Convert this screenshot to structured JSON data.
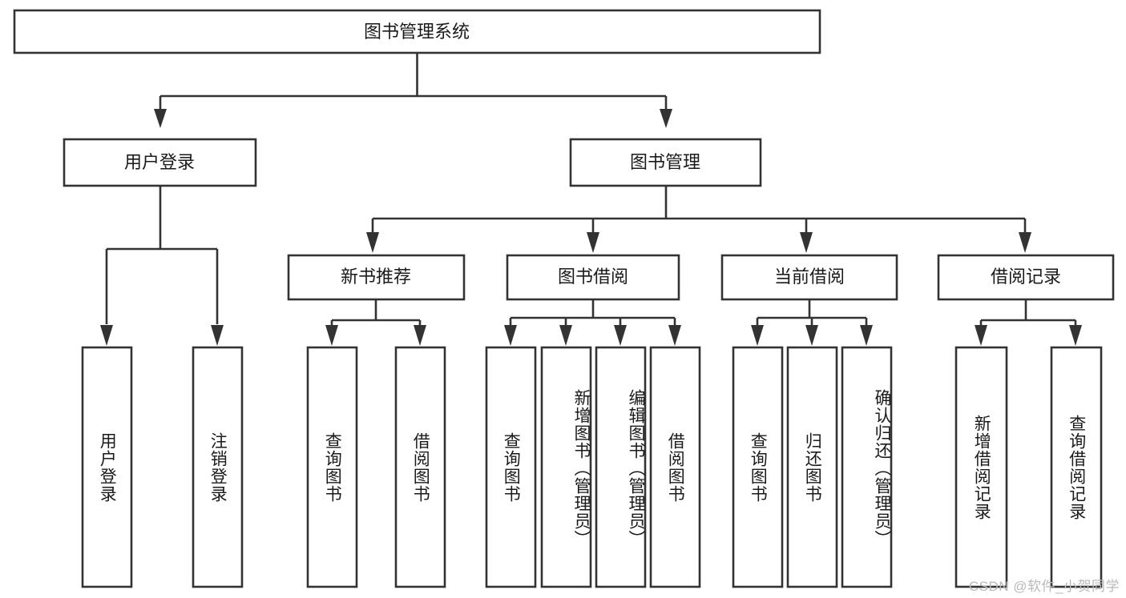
{
  "diagram": {
    "type": "tree",
    "title": "图书管理系统",
    "watermark": "CSDN @软件_小贺同学",
    "colors": {
      "stroke": "#333333",
      "fill": "#ffffff",
      "text": "#1a1a1a",
      "watermark": "#b9b9b9"
    },
    "nodes": {
      "root": {
        "label": "图书管理系统",
        "orientation": "horizontal"
      },
      "level1": [
        {
          "id": "user-login",
          "label": "用户登录",
          "orientation": "horizontal"
        },
        {
          "id": "book-manage",
          "label": "图书管理",
          "orientation": "horizontal"
        }
      ],
      "level2": [
        {
          "id": "new-book-recommend",
          "label": "新书推荐",
          "orientation": "horizontal"
        },
        {
          "id": "book-borrow",
          "label": "图书借阅",
          "orientation": "horizontal"
        },
        {
          "id": "current-borrow",
          "label": "当前借阅",
          "orientation": "horizontal"
        },
        {
          "id": "borrow-record",
          "label": "借阅记录",
          "orientation": "horizontal"
        }
      ],
      "leaves": {
        "user-login": [
          {
            "id": "leaf-user-login",
            "label": "用户登录",
            "orientation": "vertical"
          },
          {
            "id": "leaf-logout-login",
            "label": "注销登录",
            "orientation": "vertical"
          }
        ],
        "new-book-recommend": [
          {
            "id": "leaf-query-book-1",
            "label": "查询图书",
            "orientation": "vertical"
          },
          {
            "id": "leaf-borrow-book-1",
            "label": "借阅图书",
            "orientation": "vertical"
          }
        ],
        "book-borrow": [
          {
            "id": "leaf-query-book-2",
            "label": "查询图书",
            "orientation": "vertical"
          },
          {
            "id": "leaf-add-book",
            "label": "新增图书（管理员）",
            "orientation": "vertical"
          },
          {
            "id": "leaf-edit-book",
            "label": "编辑图书（管理员）",
            "orientation": "vertical"
          },
          {
            "id": "leaf-borrow-book-2",
            "label": "借阅图书",
            "orientation": "vertical"
          }
        ],
        "current-borrow": [
          {
            "id": "leaf-query-book-3",
            "label": "查询图书",
            "orientation": "vertical"
          },
          {
            "id": "leaf-return-book",
            "label": "归还图书",
            "orientation": "vertical"
          },
          {
            "id": "leaf-confirm-return",
            "label": "确认归还（管理员）",
            "orientation": "vertical"
          }
        ],
        "borrow-record": [
          {
            "id": "leaf-add-record",
            "label": "新增借阅记录",
            "orientation": "vertical"
          },
          {
            "id": "leaf-query-record",
            "label": "查询借阅记录",
            "orientation": "vertical"
          }
        ]
      }
    }
  }
}
